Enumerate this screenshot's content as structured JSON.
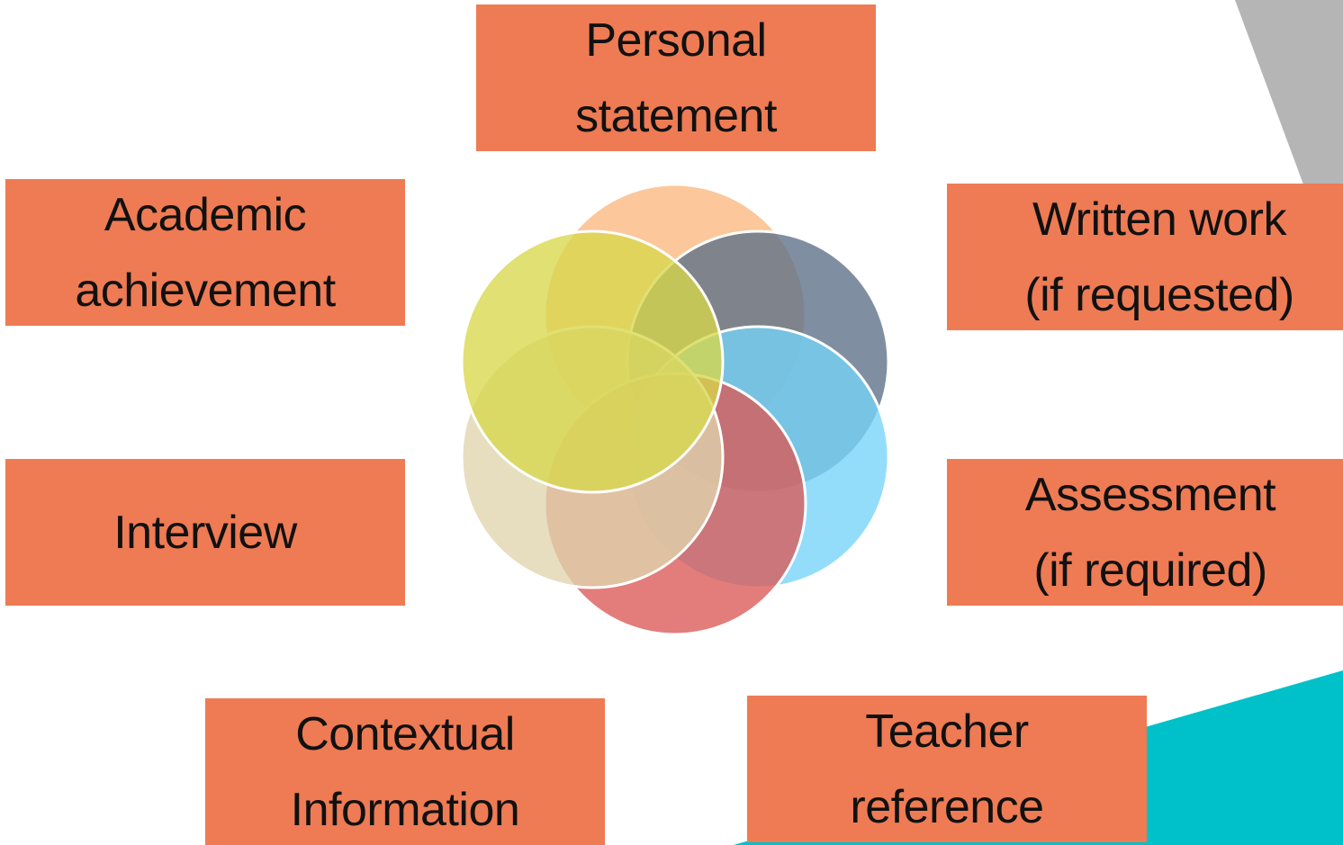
{
  "diagram": {
    "colors": {
      "box_fill": "#ee7b54",
      "accent_gray": "#b5b5b5",
      "accent_teal": "#00c1c9",
      "circle_outline": "#ffffff"
    },
    "labels": {
      "personal_statement": "Personal\nstatement",
      "academic_achievement": "Academic\nachievement",
      "written_work": "Written work\n(if requested)",
      "interview": "Interview",
      "assessment": "Assessment\n(if required)",
      "contextual_information": "Contextual\nInformation",
      "teacher_reference": "Teacher\nreference"
    },
    "venn_circles": [
      {
        "name": "orange",
        "color": "#fbb77e"
      },
      {
        "name": "slate",
        "color": "#5b7086"
      },
      {
        "name": "blue",
        "color": "#74d4f8"
      },
      {
        "name": "red",
        "color": "#db5856"
      },
      {
        "name": "beige",
        "color": "#dfd5ad"
      },
      {
        "name": "yellow",
        "color": "#d7d74c"
      }
    ]
  }
}
